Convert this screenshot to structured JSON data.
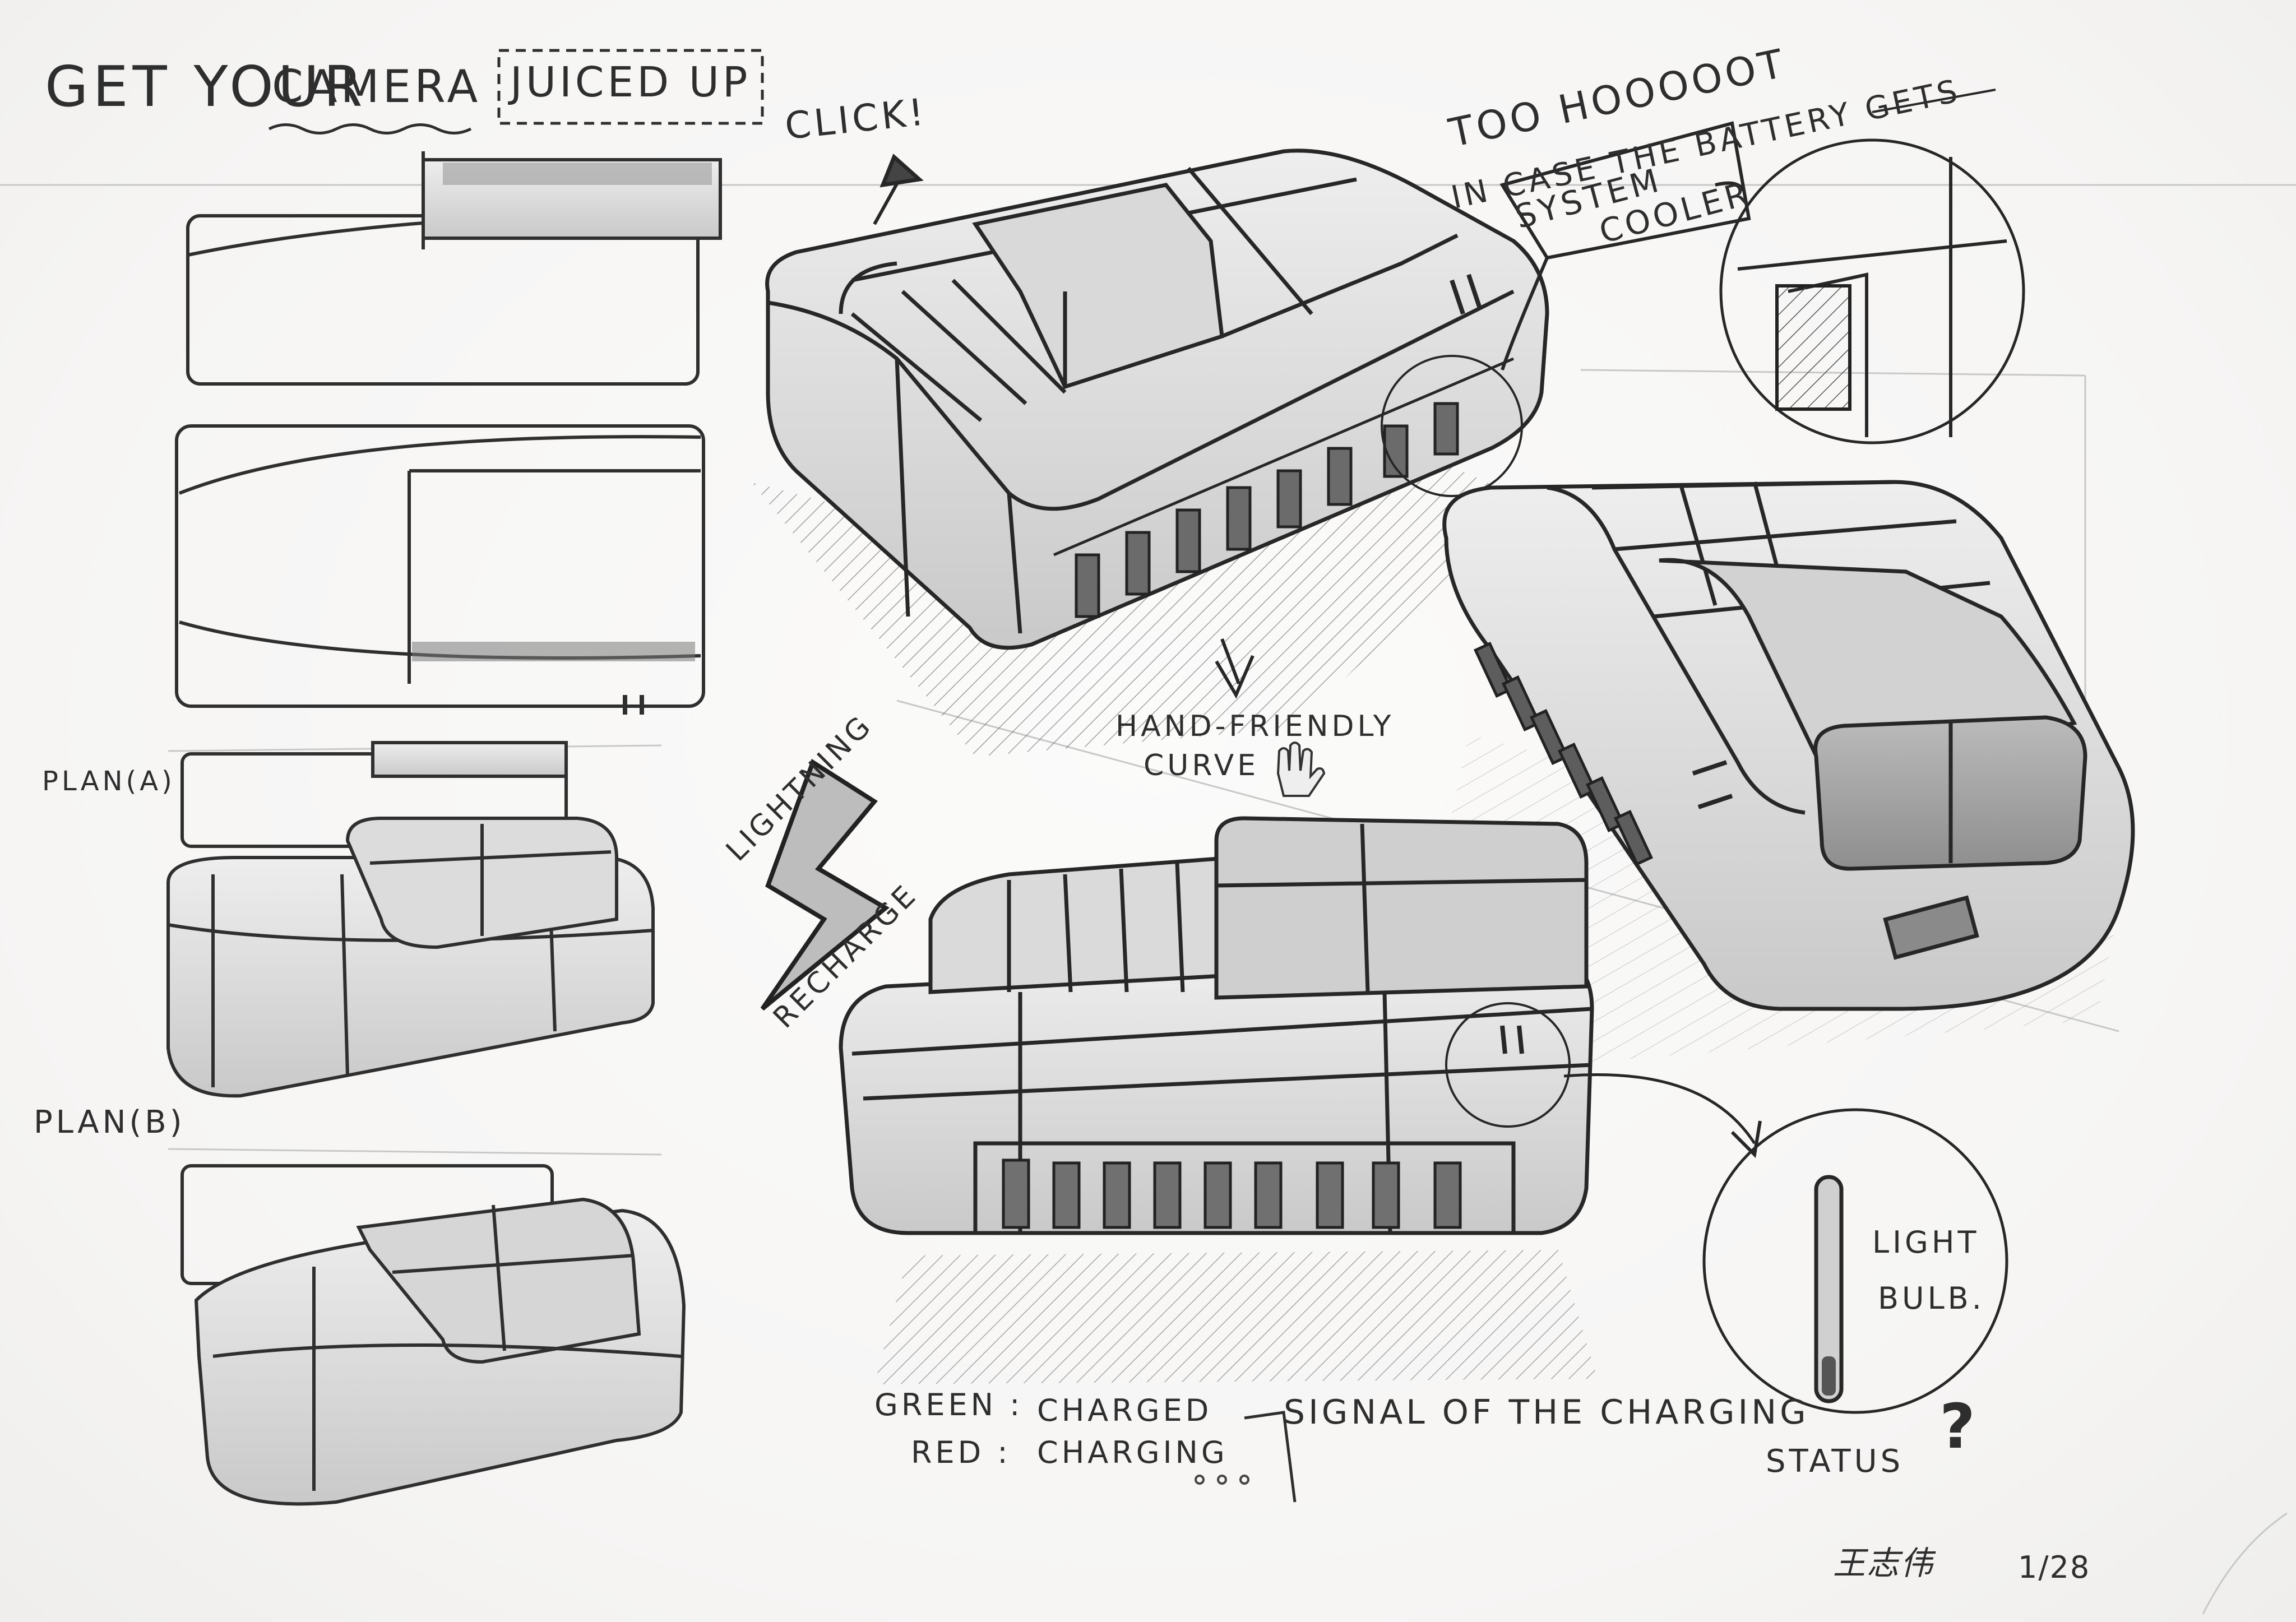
{
  "sheet": {
    "title_part1": "GET YOUR",
    "title_part2": "CAMERA",
    "title_boxed": "JUICED UP",
    "click_note": "CLICK!",
    "heat_note_1": "TOO HOOOOOT",
    "heat_note_2": "IN CASE THE BATTERY GETS",
    "system_cooler_1": "SYSTEM",
    "system_cooler_2": "COOLER",
    "plan_a": "PLAN(A)",
    "plan_b": "PLAN(B)",
    "lightning": "LIGHTNING",
    "recharge": "RECHARGE",
    "hand_friendly_1": "HAND-FRIENDLY",
    "hand_friendly_2": "CURVE",
    "light_bulb_1": "LIGHT",
    "light_bulb_2": "BULB.",
    "green_label": "GREEN :",
    "green_value": "CHARGED",
    "red_label": "RED :",
    "red_value": "CHARGING",
    "signal_note": "SIGNAL OF THE CHARGING",
    "status_note": "STATUS",
    "question_mark": "?",
    "page_number": "1/28",
    "signature": "王志伟"
  },
  "colors": {
    "paper": "#f8f7f6",
    "graphite": "#2b2b2b",
    "light_graphite": "#8a8a8a",
    "shade": "#bdbdbd"
  }
}
